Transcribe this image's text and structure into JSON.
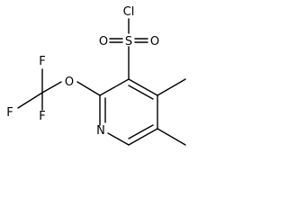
{
  "atom_labels": {
    "cl": "Cl",
    "s": "S",
    "o1": "O",
    "o2": "O",
    "o_ether": "O",
    "n": "N",
    "f1": "F",
    "f2": "F",
    "f3": "F"
  }
}
